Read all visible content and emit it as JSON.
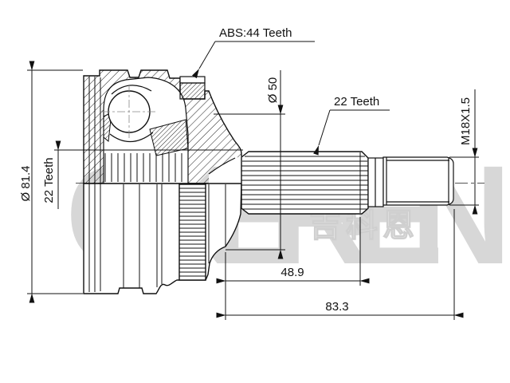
{
  "drawing": {
    "watermark": {
      "latin": "GKER-EN",
      "cjk": "吉科恩"
    },
    "annotations": {
      "abs_ring": "ABS:44 Teeth",
      "outer_diameter": "Ø 81.4",
      "inner_spline_teeth": "22 Teeth",
      "shoulder_diameter": "Ø 50",
      "shaft_spline_teeth": "22 Teeth",
      "thread_spec": "M18X1.5",
      "spline_length": "48.9",
      "overall_length": "83.3"
    },
    "colors": {
      "line": "#111111",
      "watermark": "#d7d7d7",
      "background": "#ffffff"
    }
  }
}
